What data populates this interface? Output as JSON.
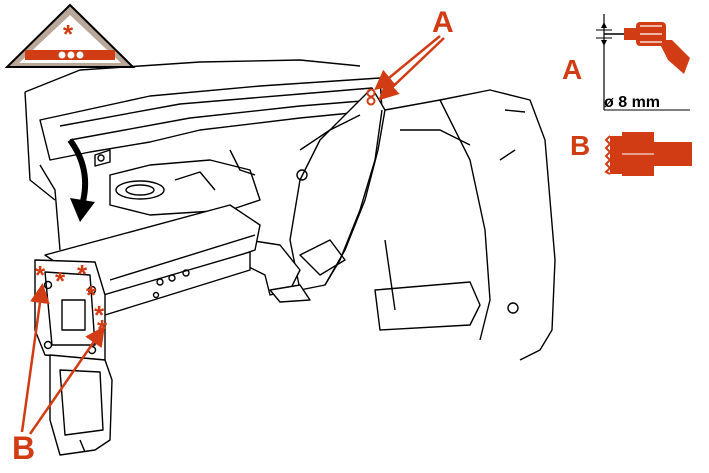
{
  "labels": {
    "a_main": "A",
    "a_legend": "A",
    "b_legend": "B",
    "b_main": "B"
  },
  "legend": {
    "drill_diameter": "ø 8 mm",
    "drill_icon": "drill-icon",
    "hole_saw_icon": "hole-saw-icon"
  },
  "icons": {
    "weld_warning": "weld-spot-warning-triangle-icon",
    "direction_arrow": "curved-arrow-icon",
    "spot_weld": "asterisk-weld-mark"
  },
  "colors": {
    "accent": "#d23c14",
    "line": "#000000",
    "triangle_fill": "#b9a79a"
  }
}
